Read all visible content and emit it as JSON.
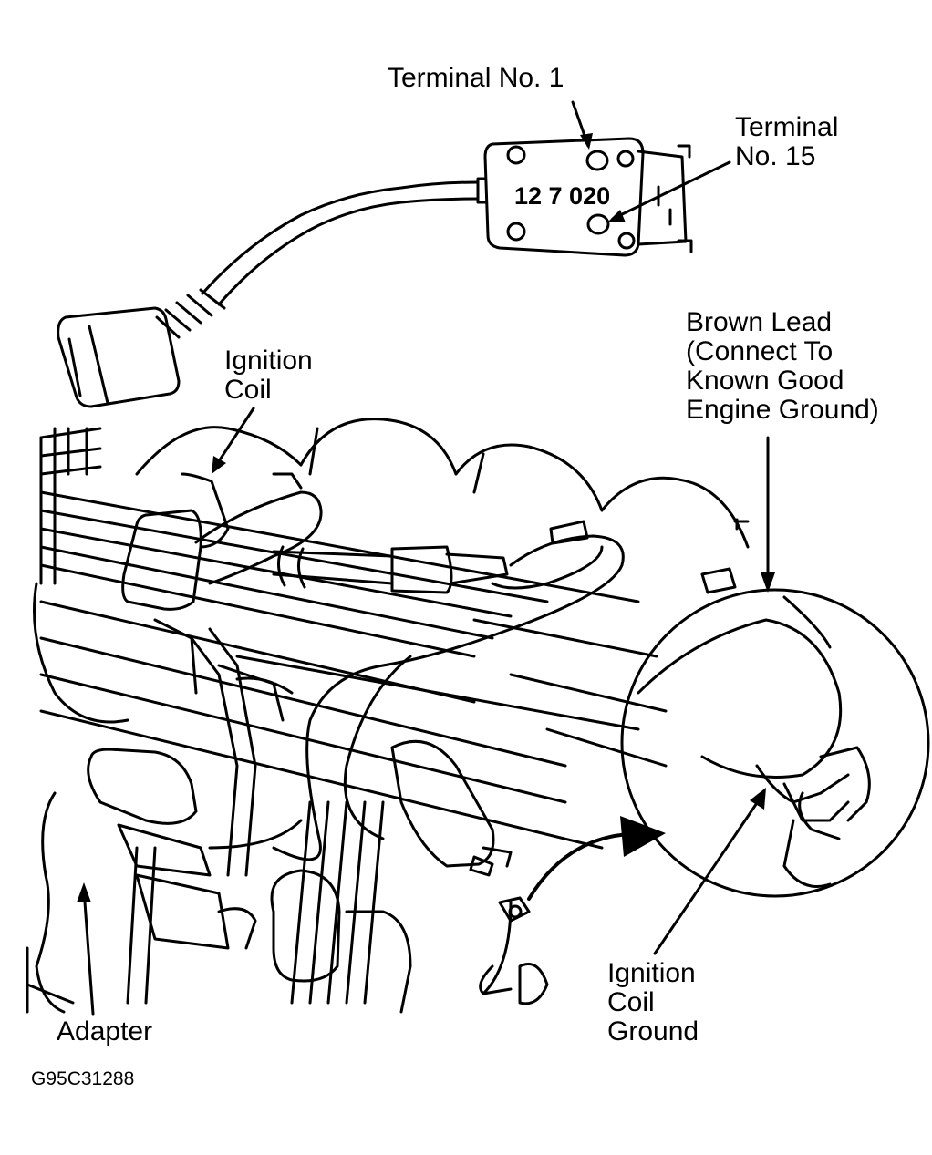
{
  "labels": {
    "terminal_1": "Terminal No. 1",
    "terminal_15": "Terminal\nNo. 15",
    "ignition_coil": "Ignition\nCoil",
    "brown_lead": "Brown Lead\n(Connect To\nKnown Good\nEngine Ground)",
    "ignition_coil_ground": "Ignition\nCoil\nGround",
    "adapter": "Adapter",
    "figure_code": "G95C31288"
  },
  "connector_plate_text": "12 7 020",
  "colors": {
    "ink": "#000000",
    "paper": "#ffffff"
  }
}
